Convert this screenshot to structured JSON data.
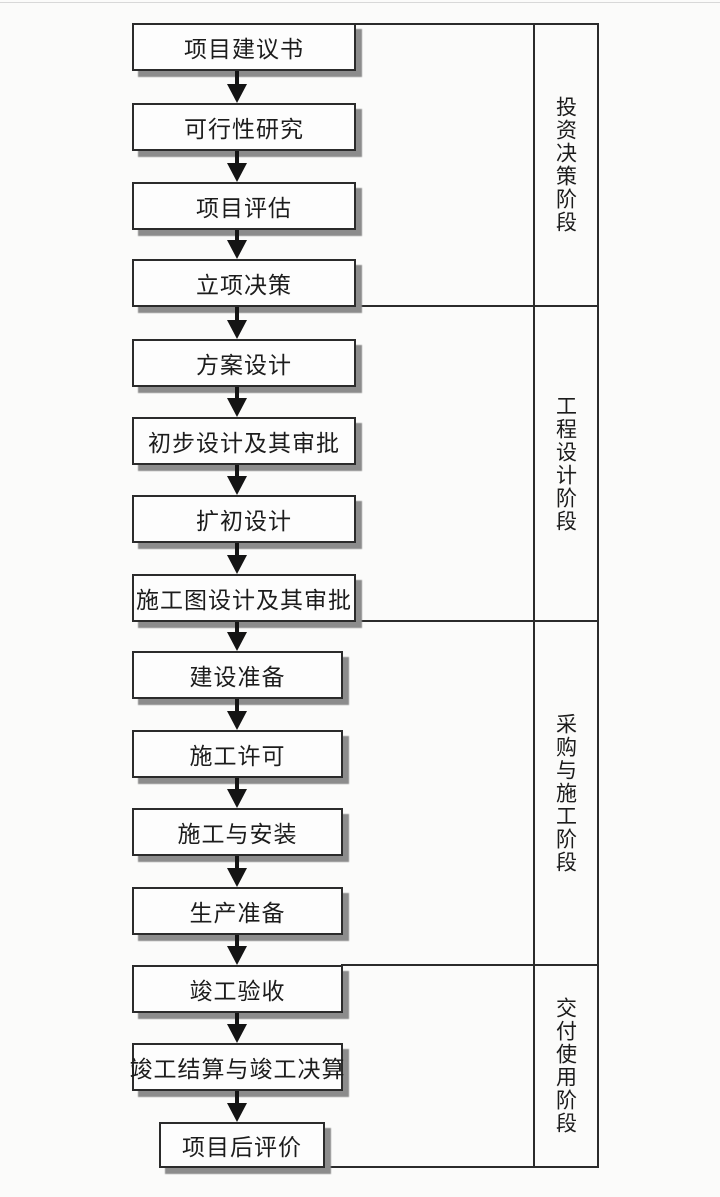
{
  "diagram": {
    "type": "vertical-flowchart",
    "language": "zh-CN",
    "steps": [
      {
        "label": "项目建议书"
      },
      {
        "label": "可行性研究"
      },
      {
        "label": "项目评估"
      },
      {
        "label": "立项决策"
      },
      {
        "label": "方案设计"
      },
      {
        "label": "初步设计及其审批"
      },
      {
        "label": "扩初设计"
      },
      {
        "label": "施工图设计及其审批"
      },
      {
        "label": "建设准备"
      },
      {
        "label": "施工许可"
      },
      {
        "label": "施工与安装"
      },
      {
        "label": "生产准备"
      },
      {
        "label": "竣工验收"
      },
      {
        "label": "竣工结算与竣工决算"
      },
      {
        "label": "项目后评价"
      }
    ],
    "phases": [
      {
        "label": "投资决策阶段",
        "covers_steps": "1-4"
      },
      {
        "label": "工程设计阶段",
        "covers_steps": "5-8"
      },
      {
        "label": "采购与施工阶段",
        "covers_steps": "9-12"
      },
      {
        "label": "交付使用阶段",
        "covers_steps": "13-15"
      }
    ],
    "colors": {
      "background": "#fbfbfa",
      "line": "#2b2b2b",
      "text": "#1c1c1c",
      "arrow": "#141414",
      "box_fill": "#fdfdfd",
      "box_shadow": "#8c8c8c"
    }
  }
}
